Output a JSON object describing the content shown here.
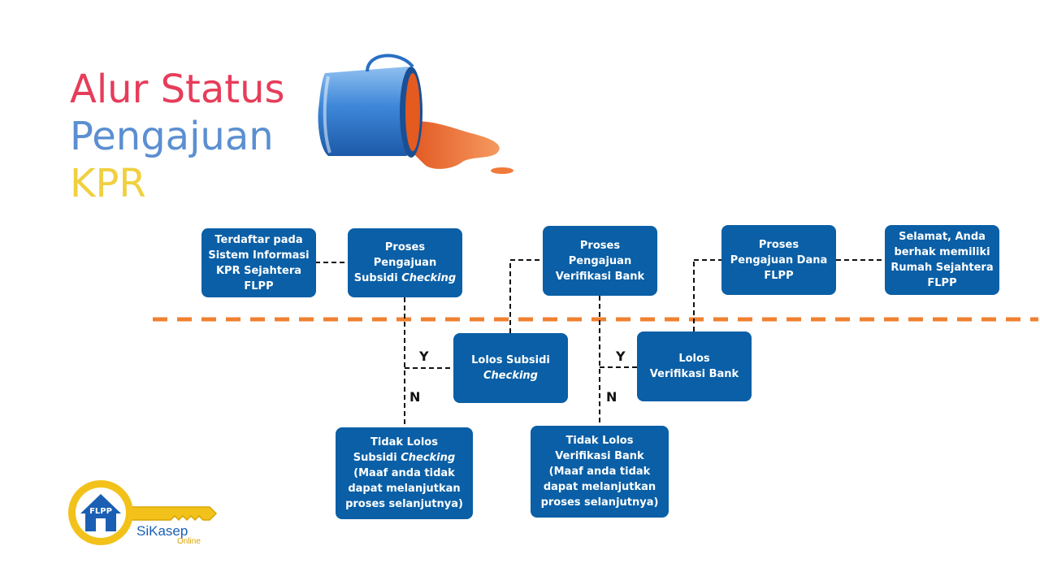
{
  "title": {
    "line1": "Alur Status",
    "line2": "Pengajuan",
    "line3": "KPR",
    "colors": {
      "line1": "#e63d5a",
      "line2": "#5b8fd1",
      "line3": "#f0d040"
    }
  },
  "colors": {
    "box_fill": "#0a5fa6",
    "box_text": "#ffffff",
    "divider": "#f08030",
    "connector": "#111111"
  },
  "boxes": {
    "terdaftar": {
      "lines": [
        "Terdaftar pada",
        "Sistem Informasi",
        "KPR Sejahtera",
        "FLPP"
      ]
    },
    "proses_subsidi": {
      "line1": "Proses",
      "line2": "Pengajuan",
      "line3_prefix": "Subsidi ",
      "line3_italic": "Checking"
    },
    "proses_verifikasi": {
      "lines": [
        "Proses",
        "Pengajuan",
        "Verifikasi Bank"
      ]
    },
    "proses_dana": {
      "lines": [
        "Proses",
        "Pengajuan Dana",
        "FLPP"
      ]
    },
    "selamat": {
      "lines": [
        "Selamat, Anda",
        "berhak memiliki",
        "Rumah Sejahtera",
        "FLPP"
      ]
    },
    "lolos_subsidi": {
      "line1": "Lolos Subsidi",
      "line2_italic": "Checking"
    },
    "lolos_verifikasi": {
      "lines": [
        "Lolos",
        "Verifikasi Bank"
      ]
    },
    "tidak_lolos_subsidi": {
      "line1": "Tidak Lolos",
      "line2_prefix": "Subsidi ",
      "line2_italic": "Checking",
      "line3": "(Maaf anda tidak",
      "line4": "dapat melanjutkan",
      "line5": "proses selanjutnya)"
    },
    "tidak_lolos_verifikasi": {
      "lines": [
        "Tidak Lolos",
        "Verifikasi Bank",
        "(Maaf anda tidak",
        "dapat melanjutkan",
        "proses selanjutnya)"
      ]
    }
  },
  "decision_labels": {
    "subsidi_yes": "Y",
    "subsidi_no": "N",
    "verifikasi_yes": "Y",
    "verifikasi_no": "N"
  },
  "logo": {
    "badge": "FLPP",
    "name": "SiKasep",
    "sub": "Online",
    "colors": {
      "ring": "#f2c21b",
      "house": "#1a5fb4",
      "text": "#1a5fb4",
      "sub": "#d9a400"
    }
  },
  "decoration": {
    "illustration": "paint-bucket-spill-icon"
  }
}
